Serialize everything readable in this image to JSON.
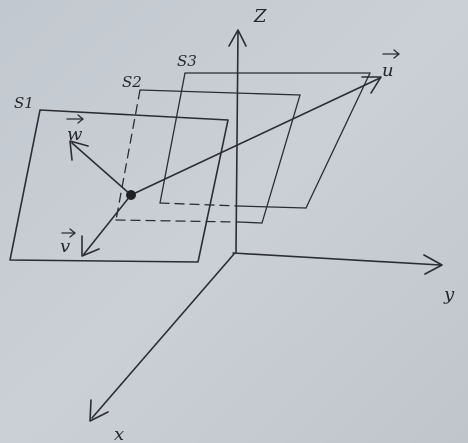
{
  "diagram": {
    "axes": {
      "z": "Z",
      "y": "y",
      "x": "x"
    },
    "planes": {
      "s1": "S1",
      "s2": "S2",
      "s3": "S3"
    },
    "vectors": {
      "u": "u",
      "w": "w",
      "v": "v"
    }
  },
  "colors": {
    "paper": "#c7ccd3",
    "ink": "#2b2d33"
  }
}
